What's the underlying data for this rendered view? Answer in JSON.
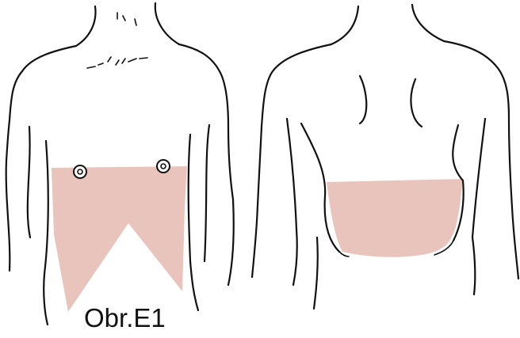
{
  "figure": {
    "caption": "Obr.E1",
    "shading_color": "#e8c4bc",
    "line_color": "#111111",
    "views": [
      {
        "name": "front-view",
        "shaded_region": "chest-and-upper-abdomen"
      },
      {
        "name": "back-view",
        "shaded_region": "lower-back-band"
      }
    ]
  }
}
